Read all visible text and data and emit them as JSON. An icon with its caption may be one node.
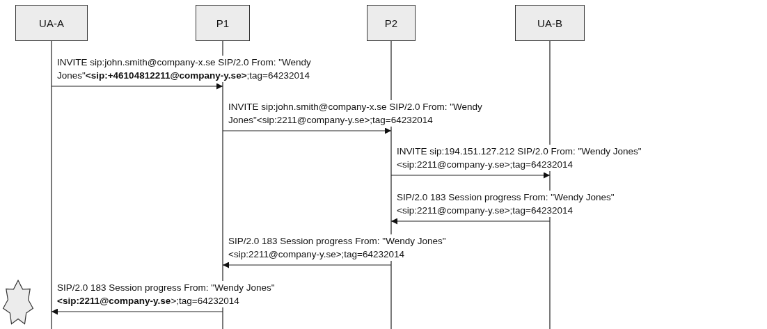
{
  "diagram": {
    "nodes": [
      {
        "text": [
          "UA-A"
        ]
      },
      {
        "text": [
          "P1"
        ]
      },
      {
        "text": [
          "P2"
        ]
      },
      {
        "text": [
          "UA-B"
        ]
      },
      {
        "text": [],
        "shape": "star"
      }
    ],
    "edges": [
      {
        "from": 0,
        "to": 1,
        "arrow": "to",
        "label": "INVITE sip:john.smith@company-x.se SIP/2.0 From: \"Wendy Jones\"**<sip:+46104812211@company-y.se>**;tag=64232014"
      },
      {
        "from": 1,
        "to": 2,
        "arrow": "to",
        "label": "INVITE sip:john.smith@company-x.se SIP/2.0 From: \"Wendy Jones\"<sip:2211@company-y.se>;tag=64232014"
      },
      {
        "from": 2,
        "to": 3,
        "arrow": "to",
        "label": "INVITE sip:194.151.127.212 SIP/2.0 From: \"Wendy Jones\"<sip:2211@company-y.se>;tag=64232014"
      },
      {
        "from": 3,
        "to": 2,
        "arrow": "to",
        "label": "SIP/2.0 183 Session progress From: \"Wendy Jones\"<sip:2211@company-y.se>;tag=64232014"
      },
      {
        "from": 2,
        "to": 1,
        "arrow": "to",
        "label": "SIP/2.0 183 Session progress From: \"Wendy Jones\"<sip:2211@company-y.se>;tag=64232014"
      },
      {
        "from": 1,
        "to": 0,
        "arrow": "to",
        "label": "SIP/2.0 183 Session progress From: \"Wendy Jones\"**<sip:2211@company-y.se**>;tag=64232014"
      }
    ]
  }
}
